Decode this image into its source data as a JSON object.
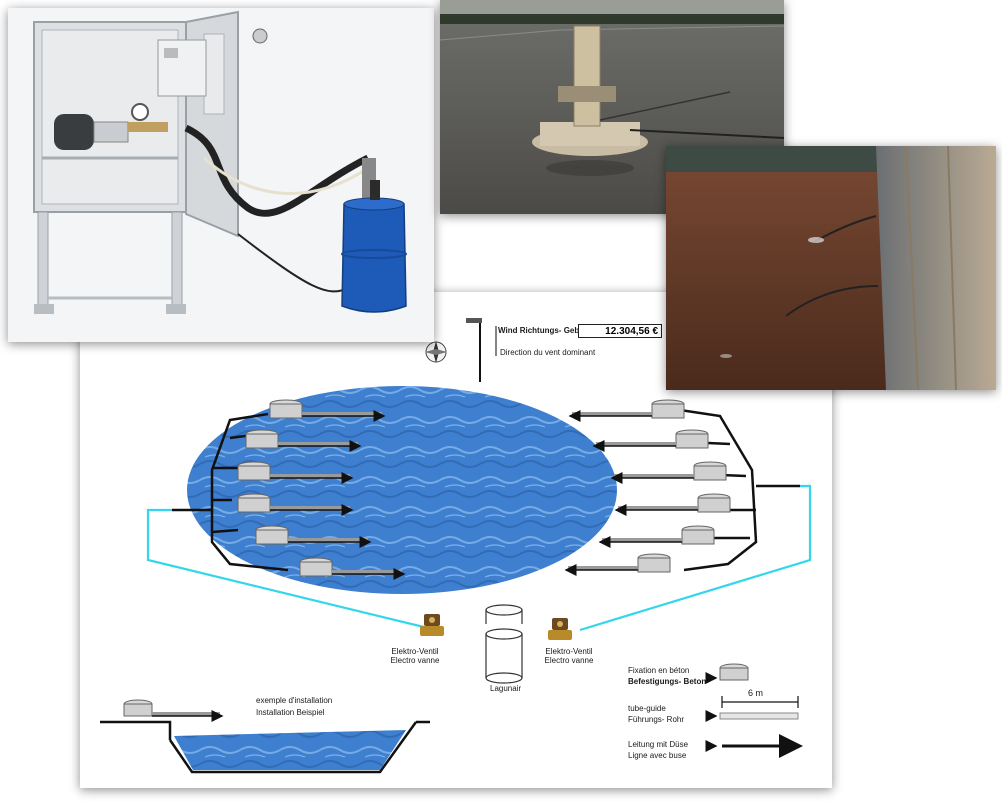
{
  "diagram": {
    "wind_label_de": "Wind Richtungs- Geber",
    "wind_label_fr": "Direction du vent dominant",
    "price": "12.304,56 €",
    "valve_left_de": "Elektro-Ventil",
    "valve_left_fr": "Electro vanne",
    "valve_right_de": "Elektro-Ventil",
    "valve_right_fr": "Electro vanne",
    "tank_label": "Lagunair",
    "example_fr": "exemple d'installation",
    "example_de": "Installation Beispiel",
    "legend_fixation_fr": "Fixation  en béton",
    "legend_fixation_de": "Befestigungs- Beton",
    "legend_tube_fr": "tube-guide",
    "legend_tube_de": "Führungs- Rohr",
    "legend_line_de": "Leitung mit Düse",
    "legend_line_fr": "Ligne avec buse",
    "scale_label": "6 m"
  },
  "colors": {
    "water": "#3f7fcf",
    "water_light": "#7fb0e8",
    "air_line": "#33d6ea",
    "pipe": "#111111",
    "tube_guide": "#a8a8a8",
    "barrel": "#1e5bb8"
  }
}
